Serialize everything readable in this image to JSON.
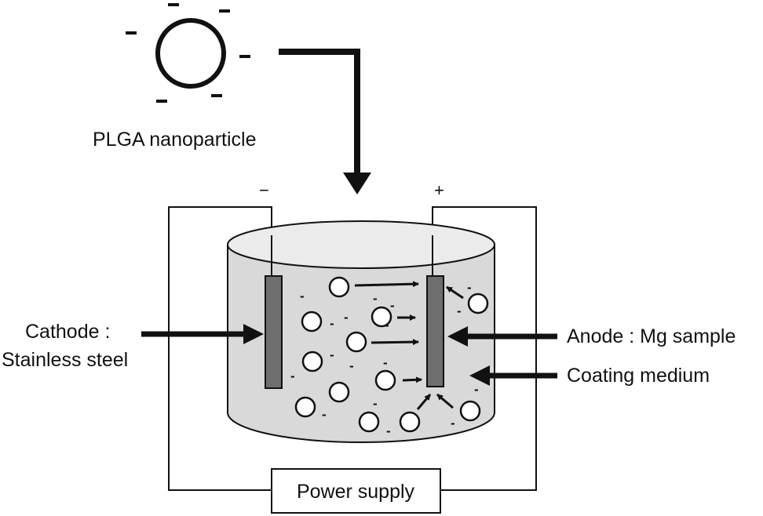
{
  "labels": {
    "nanoparticle": "PLGA nanoparticle",
    "cathode_line1": "Cathode :",
    "cathode_line2": "Stainless steel",
    "anode": "Anode : Mg sample",
    "medium": "Coating medium",
    "power_supply": "Power supply",
    "negative_terminal": "−",
    "positive_terminal": "+",
    "charge_symbol": "-"
  },
  "colors": {
    "ink": "#111111",
    "liquid": "#d9d9d9",
    "electrode": "#6e6e6e",
    "particle": "#ffffff"
  }
}
